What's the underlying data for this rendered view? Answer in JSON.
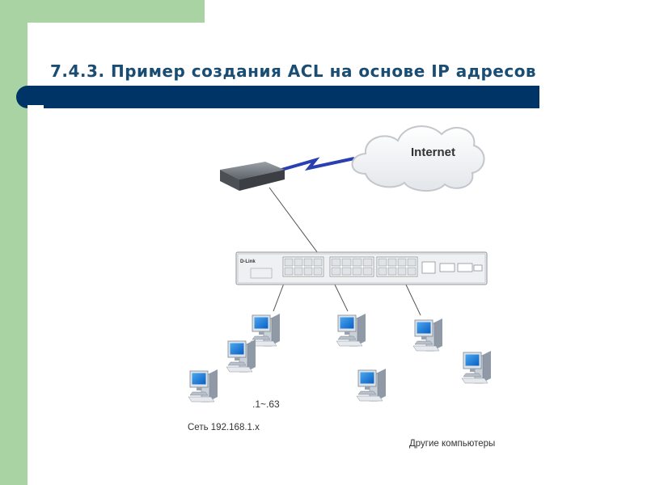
{
  "slide": {
    "title": "7.4.3. Пример создания ACL на основе IP адресов"
  },
  "diagram": {
    "cloud_label": "Internet",
    "switch_brand": "D-Link",
    "range_label": ".1~.63",
    "network_label": "Сеть 192.168.1.x",
    "other_label": "Другие компьютеры",
    "colors": {
      "accent_bar": "#003466",
      "side_band": "#a9d3a3",
      "title_text": "#1a4d73",
      "wireless_link": "#2a3fb0"
    }
  }
}
